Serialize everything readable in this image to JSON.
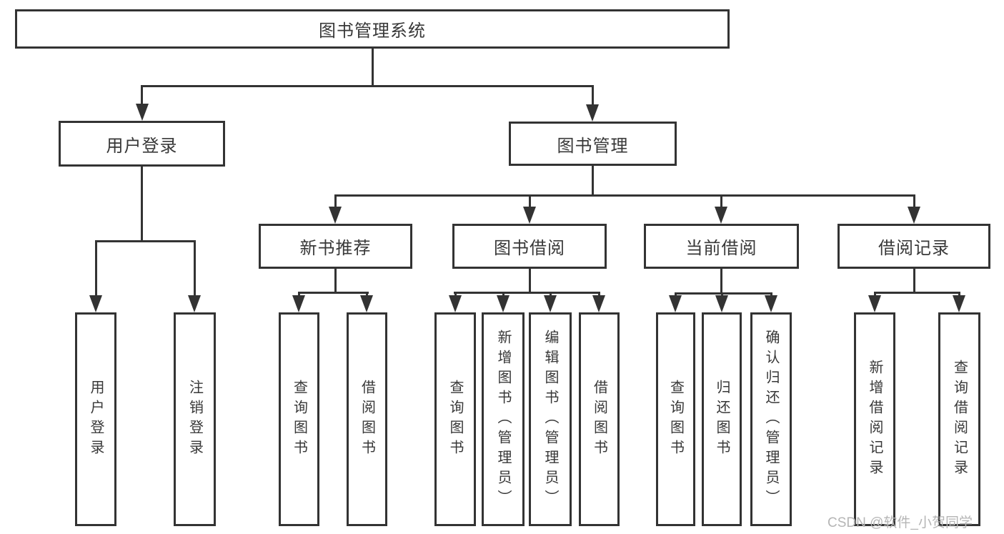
{
  "diagram": {
    "type": "hierarchy-tree",
    "root": {
      "label": "图书管理系统"
    },
    "level2": {
      "user_login": {
        "label": "用户登录"
      },
      "book_management": {
        "label": "图书管理"
      }
    },
    "level3": {
      "new_book_recommend": {
        "label": "新书推荐",
        "parent": "图书管理"
      },
      "book_borrowing": {
        "label": "图书借阅",
        "parent": "图书管理"
      },
      "current_borrowing": {
        "label": "当前借阅",
        "parent": "图书管理"
      },
      "borrowing_records": {
        "label": "借阅记录",
        "parent": "图书管理"
      }
    },
    "leaves": [
      {
        "label": "用户登录",
        "parent": "用户登录"
      },
      {
        "label": "注销登录",
        "parent": "用户登录"
      },
      {
        "label": "查询图书",
        "parent": "新书推荐"
      },
      {
        "label": "借阅图书",
        "parent": "新书推荐"
      },
      {
        "label": "查询图书",
        "parent": "图书借阅"
      },
      {
        "label": "新增图书（管理员）",
        "parent": "图书借阅"
      },
      {
        "label": "编辑图书（管理员）",
        "parent": "图书借阅"
      },
      {
        "label": "借阅图书",
        "parent": "图书借阅"
      },
      {
        "label": "查询图书",
        "parent": "当前借阅"
      },
      {
        "label": "归还图书",
        "parent": "当前借阅"
      },
      {
        "label": "确认归还（管理员）",
        "parent": "当前借阅"
      },
      {
        "label": "新增借阅记录",
        "parent": "借阅记录"
      },
      {
        "label": "查询借阅记录",
        "parent": "借阅记录"
      }
    ]
  },
  "watermark": {
    "text": "CSDN @软件_小贺同学"
  },
  "colors": {
    "line": "#333333",
    "box_border": "#333333",
    "box_background": "#ffffff",
    "text": "#383838",
    "watermark": "#b5b5b5",
    "page_background": "#ffffff"
  }
}
